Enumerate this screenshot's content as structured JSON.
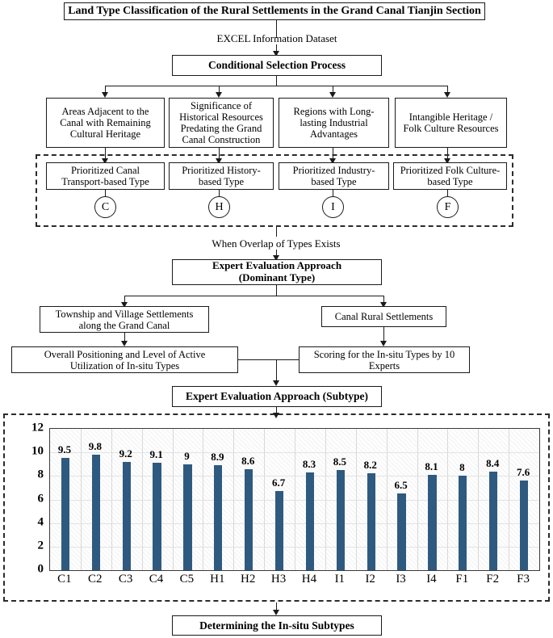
{
  "title_box": {
    "label": "Land Type Classification of the Rural Settlements in the Grand Canal Tianjin Section"
  },
  "connector_labels": {
    "dataset": "EXCEL Information Dataset",
    "overlap": "When Overlap of Types Exists"
  },
  "process_boxes": {
    "conditional_selection": "Conditional Selection Process",
    "expert_dominant_line1": "Expert Evaluation Approach",
    "expert_dominant_line2": "(Dominant Type)",
    "expert_subtype": "Expert Evaluation Approach (Subtype)",
    "determining": "Determining the In-situ Subtypes"
  },
  "criteria": [
    {
      "id": "criteria-canal-adjacent",
      "lines": [
        "Areas Adjacent to the",
        "Canal with Remaining",
        "Cultural Heritage"
      ]
    },
    {
      "id": "criteria-historical",
      "lines": [
        "Significance of",
        "Historical Resources",
        "Predating the Grand",
        "Canal Construction"
      ]
    },
    {
      "id": "criteria-industrial",
      "lines": [
        "Regions with Long-",
        "lasting Industrial",
        "Advantages"
      ]
    },
    {
      "id": "criteria-folk",
      "lines": [
        "Intangible Heritage /",
        "Folk Culture Resources"
      ]
    }
  ],
  "types": [
    {
      "id": "type-canal-transport",
      "lines": [
        "Prioritized Canal",
        "Transport-based Type"
      ],
      "code": "C"
    },
    {
      "id": "type-history",
      "lines": [
        "Prioritized History-",
        "based Type"
      ],
      "code": "H"
    },
    {
      "id": "type-industry",
      "lines": [
        "Prioritized Industry-",
        "based Type"
      ],
      "code": "I"
    },
    {
      "id": "type-folk-culture",
      "lines": [
        "Prioritized Folk Culture-",
        "based Type"
      ],
      "code": "F"
    }
  ],
  "evaluation": {
    "township_line1": "Township and Village Settlements",
    "township_line2": "along the Grand Canal",
    "canal_rural": "Canal Rural Settlements",
    "overall_line1": "Overall Positioning and Level of Active",
    "overall_line2": "Utilization of In-situ Types",
    "scoring_line1": "Scoring for the In-situ Types by 10",
    "scoring_line2": "Experts"
  },
  "colors": {
    "bar": "#2f5a80",
    "box_border": "#1a1a1a",
    "dash_border": "#2b2b2b",
    "plot_bg": "#f7f7f7"
  },
  "chart_data": {
    "type": "bar",
    "title": "",
    "xlabel": "",
    "ylabel": "",
    "ylim": [
      0,
      12
    ],
    "yticks": [
      0,
      2,
      4,
      6,
      8,
      10,
      12
    ],
    "grid": true,
    "legend": "none",
    "categories": [
      "C1",
      "C2",
      "C3",
      "C4",
      "C5",
      "H1",
      "H2",
      "H3",
      "H4",
      "I1",
      "I2",
      "I3",
      "I4",
      "F1",
      "F2",
      "F3"
    ],
    "values": [
      9.5,
      9.8,
      9.2,
      9.1,
      9,
      8.9,
      8.6,
      6.7,
      8.3,
      8.5,
      8.2,
      6.5,
      8.1,
      8,
      8.4,
      7.6
    ],
    "value_labels": [
      "9.5",
      "9.8",
      "9.2",
      "9.1",
      "9",
      "8.9",
      "8.6",
      "6.7",
      "8.3",
      "8.5",
      "8.2",
      "6.5",
      "8.1",
      "8",
      "8.4",
      "7.6"
    ]
  }
}
